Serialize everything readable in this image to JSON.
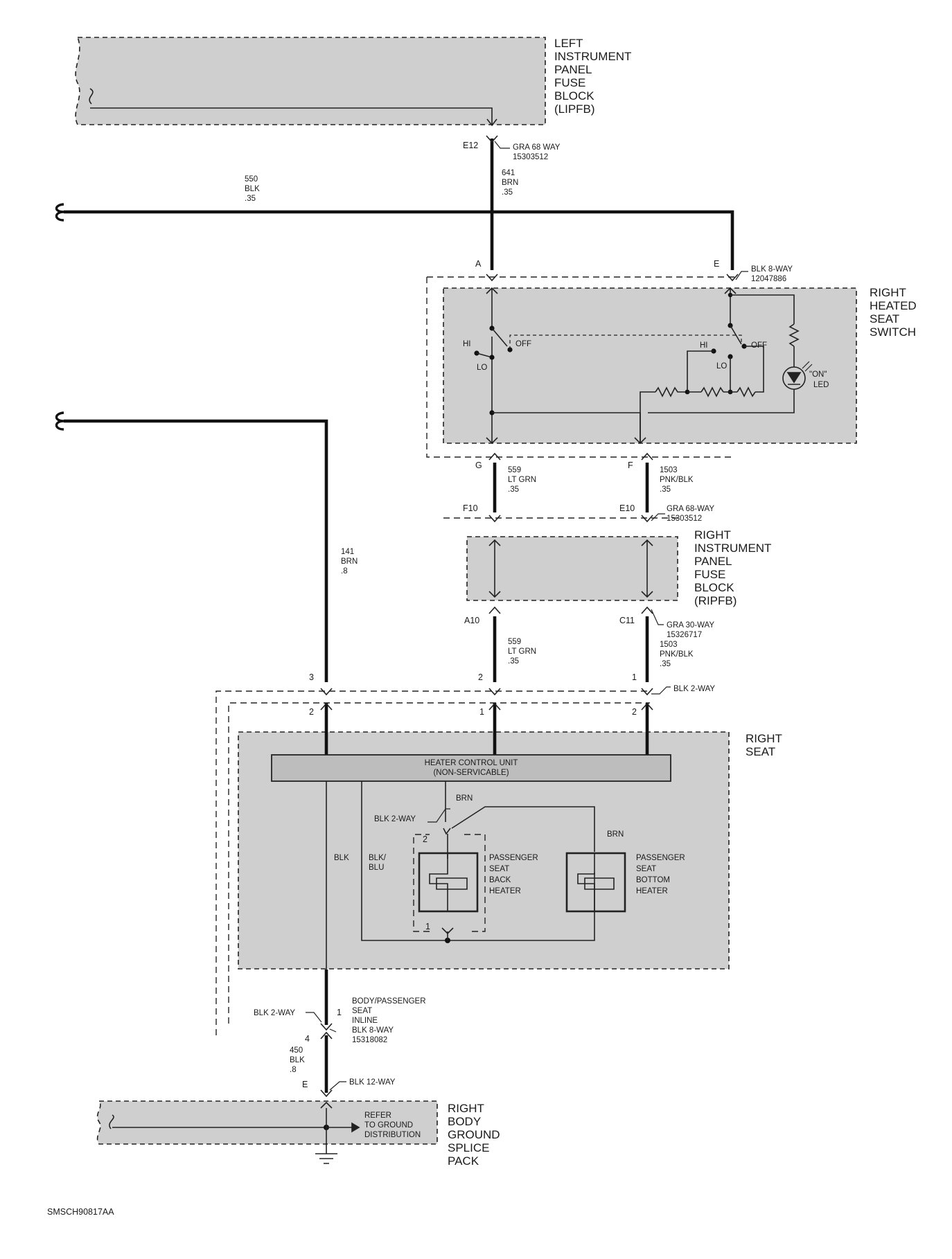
{
  "components": {
    "lipfb": [
      "LEFT",
      "INSTRUMENT",
      "PANEL",
      "FUSE",
      "BLOCK",
      "(LIPFB)"
    ],
    "switch": [
      "RIGHT",
      "HEATED",
      "SEAT",
      "SWITCH"
    ],
    "ripfb": [
      "RIGHT",
      "INSTRUMENT",
      "PANEL",
      "FUSE",
      "BLOCK",
      "(RIPFB)"
    ],
    "seat": [
      "RIGHT",
      "SEAT"
    ],
    "ground": [
      "RIGHT",
      "BODY",
      "GROUND",
      "SPLICE",
      "PACK"
    ],
    "hcu": [
      "HEATER CONTROL UNIT",
      "(NON-SERVICABLE)"
    ],
    "back_heater": [
      "PASSENGER",
      "SEAT",
      "BACK",
      "HEATER"
    ],
    "bottom_heater": [
      "PASSENGER",
      "SEAT",
      "BOTTOM",
      "HEATER"
    ],
    "led": [
      "\"ON\"",
      "LED"
    ]
  },
  "connectors": {
    "lipfb_out": [
      "GRA 68 WAY",
      "15303512"
    ],
    "switch_in": [
      "BLK 8-WAY",
      "12047886"
    ],
    "ripfb_in": [
      "GRA 68-WAY",
      "15303512"
    ],
    "ripfb_out": [
      "GRA 30-WAY",
      "15326717"
    ],
    "seat_in": "BLK 2-WAY",
    "back_heater": "BLK 2-WAY",
    "inline_top": "BLK 2-WAY",
    "inline": [
      "BODY/PASSENGER",
      "SEAT",
      "INLINE",
      "BLK 8-WAY",
      "15318082"
    ],
    "ground_in": "BLK 12-WAY"
  },
  "wires": {
    "w550": [
      "550",
      "BLK",
      ".35"
    ],
    "w641": [
      "641",
      "BRN",
      ".35"
    ],
    "w559a": [
      "559",
      "LT GRN",
      ".35"
    ],
    "w1503a": [
      "1503",
      "PNK/BLK",
      ".35"
    ],
    "w559b": [
      "559",
      "LT GRN",
      ".35"
    ],
    "w1503b": [
      "1503",
      "PNK/BLK",
      ".35"
    ],
    "w141": [
      "141",
      "BRN",
      ".8"
    ],
    "w450": [
      "450",
      "BLK",
      ".8"
    ],
    "brn1": "BRN",
    "brn2": "BRN",
    "blk": "BLK",
    "blkblu": [
      "BLK/",
      "BLU"
    ]
  },
  "pins": {
    "e12": "E12",
    "a": "A",
    "e": "E",
    "g": "G",
    "f": "F",
    "f10": "F10",
    "e10": "E10",
    "a10": "A10",
    "c11": "C11",
    "s3": "3",
    "s2": "2",
    "s1": "1",
    "r2": "2",
    "r1": "1",
    "r2b": "2",
    "bh2": "2",
    "bh1": "1",
    "inline1": "1",
    "inline4": "4",
    "gnd_e": "E"
  },
  "switch_labels": {
    "hi": "HI",
    "lo": "LO",
    "off": "OFF"
  },
  "refer": [
    "REFER",
    "TO GROUND",
    "DISTRIBUTION"
  ],
  "figure_id": "SMSCH90817AA"
}
